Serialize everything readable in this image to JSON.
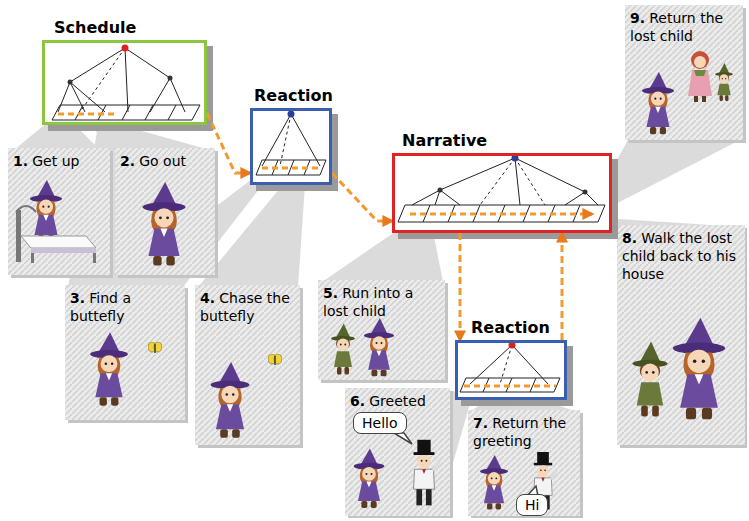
{
  "diagram": {
    "nodes": [
      {
        "text": [
          "Schedule"
        ]
      },
      {
        "text": [
          "1.",
          "Get up"
        ]
      },
      {
        "text": [
          "2.",
          "Go out"
        ]
      },
      {
        "text": [
          "Reaction"
        ]
      },
      {
        "text": [
          "3.",
          "Find a buttefly"
        ]
      },
      {
        "text": [
          "4.",
          "Chase the buttefly"
        ]
      },
      {
        "text": [
          "Narrative"
        ]
      },
      {
        "text": [
          "5.",
          "Run into a lost child"
        ]
      },
      {
        "text": [
          "Reaction"
        ]
      },
      {
        "text": [
          "6.",
          "Greeted"
        ]
      },
      {
        "text": [
          "Hello"
        ],
        "in": 9
      },
      {
        "text": [
          "7.",
          "Return the greeting"
        ]
      },
      {
        "text": [
          "Hi"
        ],
        "in": 11
      },
      {
        "text": [
          "8.",
          "Walk the lost child back to his house"
        ]
      },
      {
        "text": [
          "9.",
          "Return the lost child"
        ]
      }
    ],
    "edges": [
      {
        "from": 0,
        "to": 3,
        "arrow": "to"
      },
      {
        "from": 3,
        "to": 6,
        "arrow": "to"
      },
      {
        "from": 6,
        "to": 8,
        "arrow": "to"
      },
      {
        "from": 8,
        "to": 6,
        "arrow": "to"
      }
    ]
  }
}
